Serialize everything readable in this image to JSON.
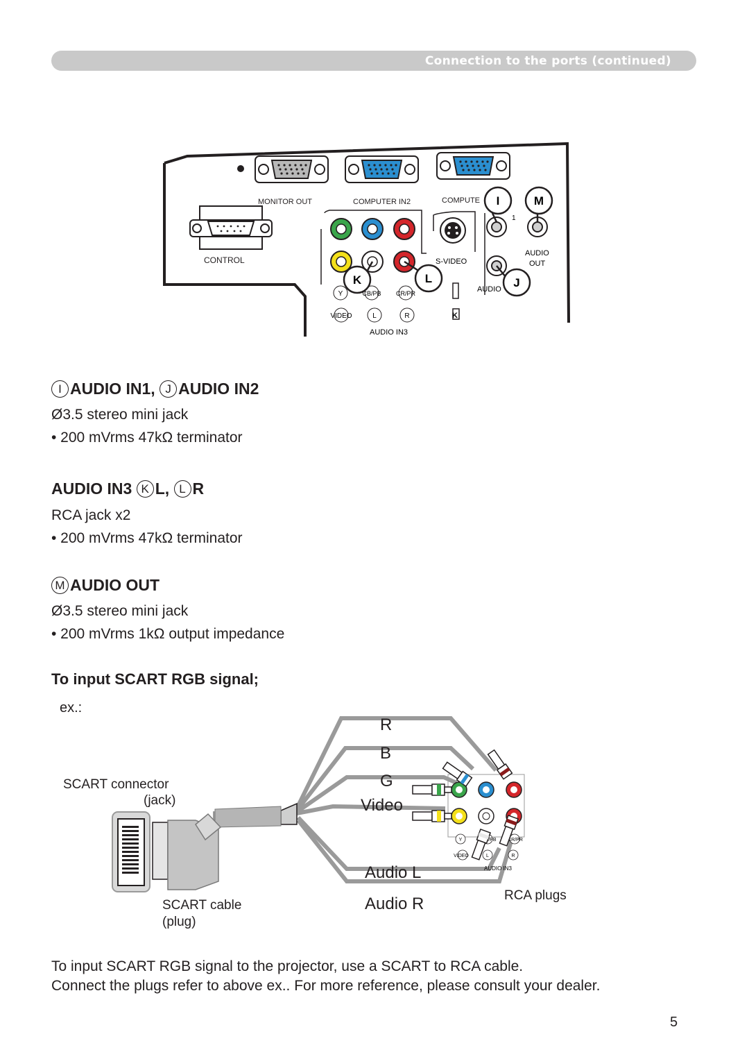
{
  "header": {
    "title": "Connection to the ports (continued)"
  },
  "panel": {
    "labels": {
      "monitor_out": "MONITOR OUT",
      "computer_in2": "COMPUTER IN2",
      "computer": "COMPUTE",
      "control": "CONTROL",
      "s_video": "S-VIDEO",
      "audio_out": "AUDIO OUT",
      "audio_out_l1": "AUDIO",
      "audio_out_l2": "OUT",
      "audio": "AUDIO",
      "num1": "1",
      "y": "Y",
      "cb_pb": "CB/PB",
      "cr_pr": "CR/PR",
      "video": "VIDEO",
      "l": "L",
      "r": "R",
      "audio_in3": "AUDIO IN3"
    },
    "callouts": {
      "i": "I",
      "m": "M",
      "k": "K",
      "l": "L",
      "j": "J"
    }
  },
  "sections": [
    {
      "badge1": "I",
      "title1": "AUDIO IN1, ",
      "badge2": "J",
      "title2": "AUDIO IN2",
      "line1": "Ø3.5 stereo mini jack",
      "line2": "• 200 mVrms 47kΩ terminator"
    },
    {
      "title_prefix": "AUDIO IN3 ",
      "badge1": "K",
      "title1": "L, ",
      "badge2": "L",
      "title2": "R",
      "line1": "RCA jack x2",
      "line2": "• 200 mVrms 47kΩ terminator"
    },
    {
      "badge1": "M",
      "title1": "AUDIO OUT",
      "line1": "Ø3.5 stereo mini jack",
      "line2": "• 200 mVrms 1kΩ output impedance"
    }
  ],
  "scart": {
    "heading": "To input SCART RGB signal;",
    "example": "ex.:",
    "connector_label_1": "SCART connector",
    "connector_label_2": "(jack)",
    "cable_label_1": "SCART cable",
    "cable_label_2": "(plug)",
    "plugs_label": "RCA plugs",
    "wire_labels": [
      "R",
      "B",
      "G",
      "Video",
      "Audio L",
      "Audio R"
    ],
    "mini": {
      "y": "Y",
      "cb": "CB/PB",
      "cr": "CR/PR",
      "video": "VIDEO",
      "l": "L",
      "r": "R",
      "audio_in3": "AUDIO IN3"
    }
  },
  "footer": {
    "line1": "To input SCART RGB signal to the projector, use a SCART to RCA cable.",
    "line2": "Connect the plugs refer to above ex.. For more reference, please consult your dealer.",
    "page_number": "5"
  },
  "colors": {
    "green": "#3aa54b",
    "blue": "#2b8fd0",
    "red": "#d4262b",
    "yellow": "#f4e01a",
    "grey_bar": "#c9c9c9"
  }
}
